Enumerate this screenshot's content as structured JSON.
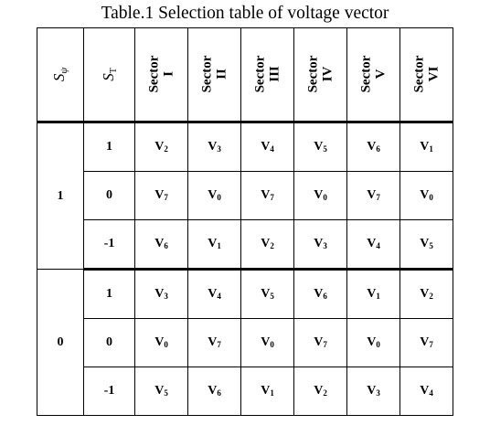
{
  "caption": "Table.1 Selection table of voltage vector",
  "header": {
    "s_psi": {
      "base": "S",
      "sub": "ψ"
    },
    "s_t": {
      "base": "S",
      "sub": "T"
    },
    "sectors": [
      {
        "word": "Sector",
        "num": "I"
      },
      {
        "word": "Sector",
        "num": "II"
      },
      {
        "word": "Sector",
        "num": "III"
      },
      {
        "word": "Sector",
        "num": "IV"
      },
      {
        "word": "Sector",
        "num": "V"
      },
      {
        "word": "Sector",
        "num": "VI"
      }
    ]
  },
  "groups": [
    {
      "s_psi": "1",
      "rows": [
        {
          "s_t": "1",
          "vectors": [
            {
              "b": "V",
              "s": "2"
            },
            {
              "b": "V",
              "s": "3"
            },
            {
              "b": "V",
              "s": "4"
            },
            {
              "b": "V",
              "s": "5"
            },
            {
              "b": "V",
              "s": "6"
            },
            {
              "b": "V",
              "s": "1"
            }
          ]
        },
        {
          "s_t": "0",
          "vectors": [
            {
              "b": "V",
              "s": "7"
            },
            {
              "b": "V",
              "s": "0"
            },
            {
              "b": "V",
              "s": "7"
            },
            {
              "b": "V",
              "s": "0"
            },
            {
              "b": "V",
              "s": "7"
            },
            {
              "b": "V",
              "s": "0"
            }
          ]
        },
        {
          "s_t": "-1",
          "vectors": [
            {
              "b": "V",
              "s": "6"
            },
            {
              "b": "V",
              "s": "1"
            },
            {
              "b": "V",
              "s": "2"
            },
            {
              "b": "V",
              "s": "3"
            },
            {
              "b": "V",
              "s": "4"
            },
            {
              "b": "V",
              "s": "5"
            }
          ]
        }
      ]
    },
    {
      "s_psi": "0",
      "rows": [
        {
          "s_t": "1",
          "vectors": [
            {
              "b": "V",
              "s": "3"
            },
            {
              "b": "V",
              "s": "4"
            },
            {
              "b": "V",
              "s": "5"
            },
            {
              "b": "V",
              "s": "6"
            },
            {
              "b": "V",
              "s": "1"
            },
            {
              "b": "V",
              "s": "2"
            }
          ]
        },
        {
          "s_t": "0",
          "vectors": [
            {
              "b": "V",
              "s": "0"
            },
            {
              "b": "V",
              "s": "7"
            },
            {
              "b": "V",
              "s": "0"
            },
            {
              "b": "V",
              "s": "7"
            },
            {
              "b": "V",
              "s": "0"
            },
            {
              "b": "V",
              "s": "7"
            }
          ]
        },
        {
          "s_t": "-1",
          "vectors": [
            {
              "b": "V",
              "s": "5"
            },
            {
              "b": "V",
              "s": "6"
            },
            {
              "b": "V",
              "s": "1"
            },
            {
              "b": "V",
              "s": "2"
            },
            {
              "b": "V",
              "s": "3"
            },
            {
              "b": "V",
              "s": "4"
            }
          ]
        }
      ]
    }
  ]
}
